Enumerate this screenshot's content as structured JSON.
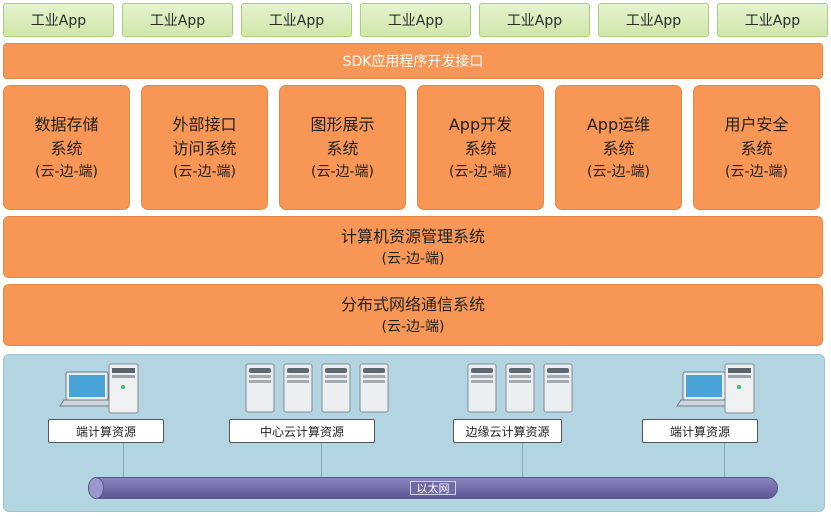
{
  "apps": [
    "工业App",
    "工业App",
    "工业App",
    "工业App",
    "工业App",
    "工业App",
    "工业App"
  ],
  "sdk_label": "SDK应用程序开发接口",
  "modules": [
    {
      "line1": "数据存储",
      "line2": "系统",
      "sub": "(云-边-端)"
    },
    {
      "line1": "外部接口",
      "line2": "访问系统",
      "sub": "(云-边-端)"
    },
    {
      "line1": "图形展示",
      "line2": "系统",
      "sub": "(云-边-端)"
    },
    {
      "line1": "App开发",
      "line2": "系统",
      "sub": "(云-边-端)"
    },
    {
      "line1": "App运维",
      "line2": "系统",
      "sub": "(云-边-端)"
    },
    {
      "line1": "用户安全",
      "line2": "系统",
      "sub": "(云-边-端)"
    }
  ],
  "resource_mgmt": {
    "title": "计算机资源管理系统",
    "sub": "(云-边-端)"
  },
  "comm": {
    "title": "分布式网络通信系统",
    "sub": "(云-边-端)"
  },
  "resources": [
    "端计算资源",
    "中心云计算资源",
    "边缘云计算资源",
    "端计算资源"
  ],
  "network_label": "以太网",
  "colors": {
    "app_green": "#d6ebb5",
    "module_orange": "#f79655",
    "infra_blue": "#b3d5e2",
    "ethernet_purple": "#6f69a6"
  }
}
